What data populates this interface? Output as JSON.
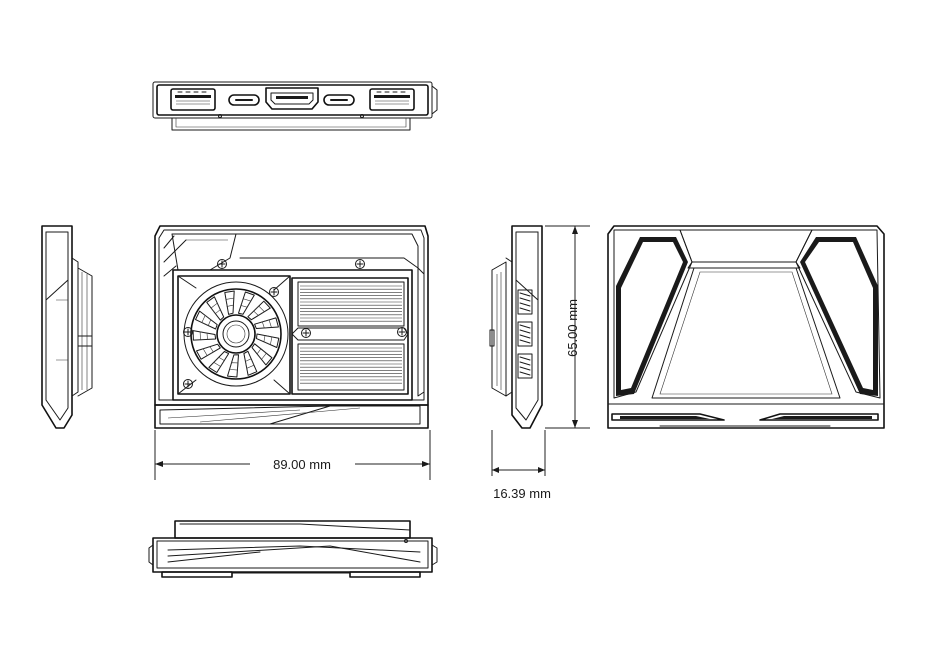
{
  "dimensions": {
    "width_label": "89.00 mm",
    "height_label": "65.00 mm",
    "depth_label": "16.39 mm"
  }
}
